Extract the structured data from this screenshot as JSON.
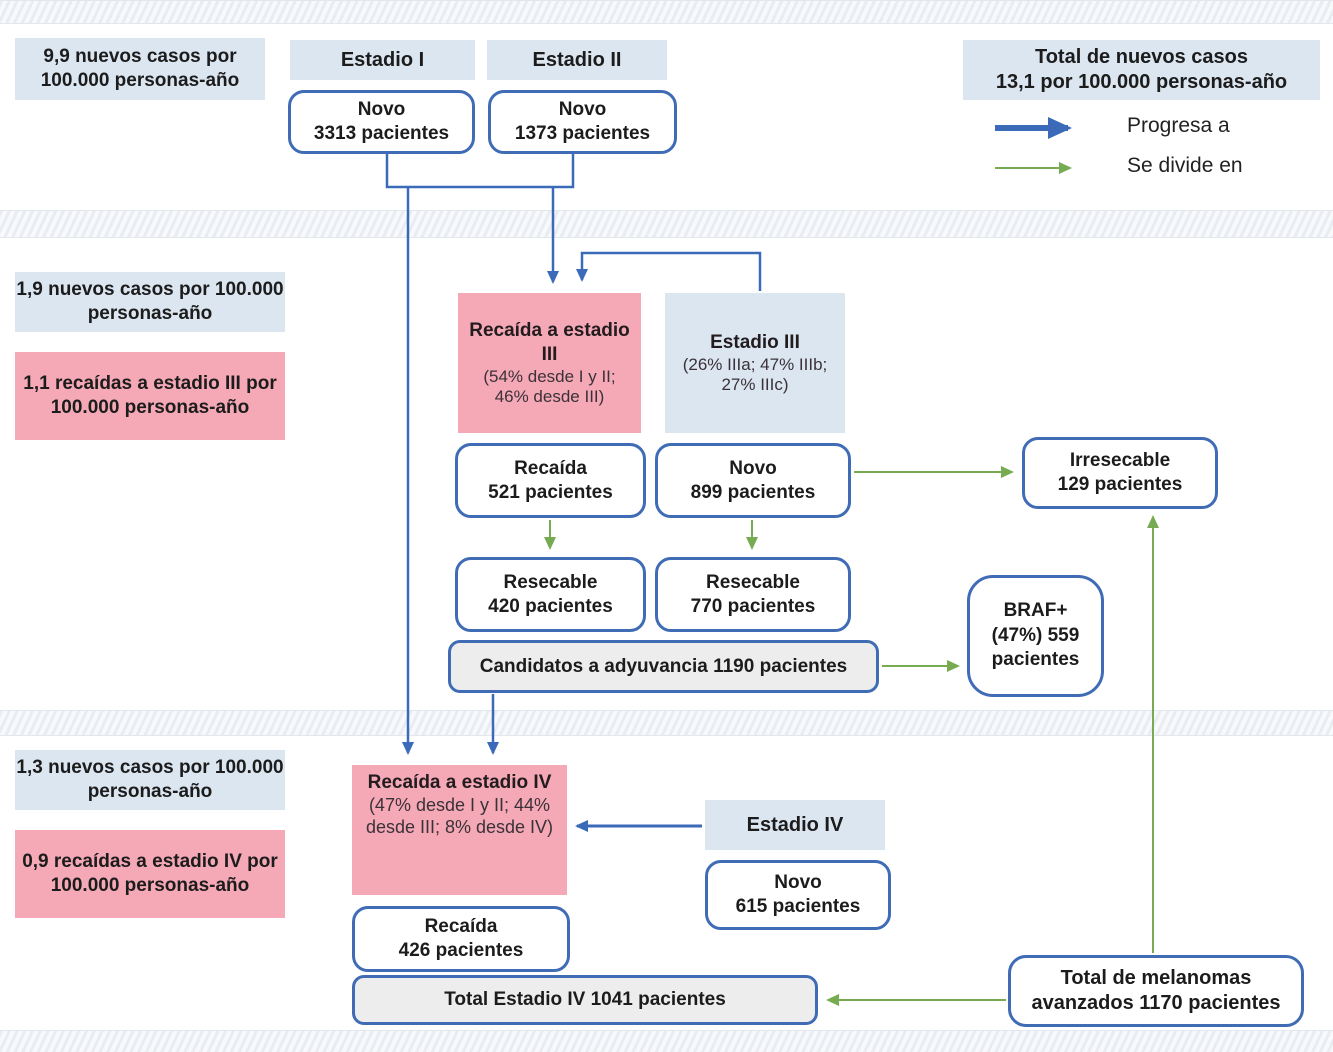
{
  "colors": {
    "blue_accent": "#3a6ab8",
    "green_accent": "#77ab52",
    "light_blue_fill": "#dce6f1",
    "pink_fill": "#f5a8b5",
    "gray_fill": "#ededed",
    "box_border": "#3f6cb5"
  },
  "legend": {
    "progresa": "Progresa a",
    "divide": "Se divide en"
  },
  "top": {
    "rate_note": "9,9 nuevos casos por 100.000 personas-año",
    "estadio1_label": "Estadio I",
    "estadio2_label": "Estadio II",
    "novo1": {
      "line1": "Novo",
      "line2": "3313 pacientes"
    },
    "novo2": {
      "line1": "Novo",
      "line2": "1373 pacientes"
    },
    "total_note": {
      "line1": "Total de nuevos casos",
      "line2": "13,1 por 100.000 personas-año"
    }
  },
  "mid": {
    "rate_note": "1,9 nuevos casos por 100.000 personas-año",
    "relapse_note": "1,1 recaídas a estadio III por 100.000 personas-año",
    "relapse3": {
      "title": "Recaída a estadio III",
      "detail": "(54% desde I y II; 46% desde III)"
    },
    "estadio3": {
      "title": "Estadio III",
      "detail": "(26% IIIa; 47% IIIb; 27% IIIc)"
    },
    "recaida521": {
      "line1": "Recaída",
      "line2": "521 pacientes"
    },
    "novo899": {
      "line1": "Novo",
      "line2": "899 pacientes"
    },
    "irresecable": {
      "line1": "Irresecable",
      "line2": "129 pacientes"
    },
    "resecable420": {
      "line1": "Resecable",
      "line2": "420 pacientes"
    },
    "resecable770": {
      "line1": "Resecable",
      "line2": "770 pacientes"
    },
    "candidatos": "Candidatos a adyuvancia 1190 pacientes",
    "braf": {
      "line1": "BRAF+",
      "line2": "(47%) 559",
      "line3": "pacientes"
    }
  },
  "bottom": {
    "rate_note": "1,3 nuevos casos por 100.000 personas-año",
    "relapse_note": "0,9 recaídas a estadio IV por 100.000 personas-año",
    "relapse4": {
      "title": "Recaída a estadio IV",
      "detail": "(47% desde I y II; 44% desde III; 8% desde IV)"
    },
    "estadio4_label": "Estadio IV",
    "novo615": {
      "line1": "Novo",
      "line2": "615 pacientes"
    },
    "recaida426": {
      "line1": "Recaída",
      "line2": "426 pacientes"
    },
    "total_iv": "Total Estadio IV 1041 pacientes",
    "total_melanomas": {
      "line1": "Total de melanomas",
      "line2": "avanzados 1170 pacientes"
    }
  }
}
